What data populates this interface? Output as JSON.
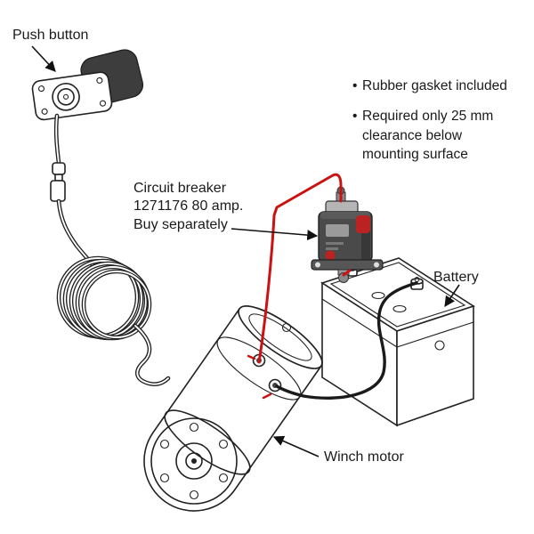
{
  "diagram": {
    "labels": {
      "push_button": "Push button",
      "circuit_breaker": "Circuit breaker\n1271176 80 amp.\nBuy separately",
      "battery": "Battery",
      "winch_motor": "Winch motor"
    },
    "notes": [
      {
        "bullet": "•",
        "text": "Rubber gasket included"
      },
      {
        "bullet": "•",
        "text": "Required only 25 mm clearance below mounting surface"
      }
    ],
    "colors": {
      "positive_wire": "#cc1111",
      "negative_wire": "#1a1a1a",
      "line_art": "#222222",
      "breaker_body": "#4a4a4a",
      "breaker_accent": "#bb2222",
      "push_button_cover": "#3d3d3d"
    }
  }
}
